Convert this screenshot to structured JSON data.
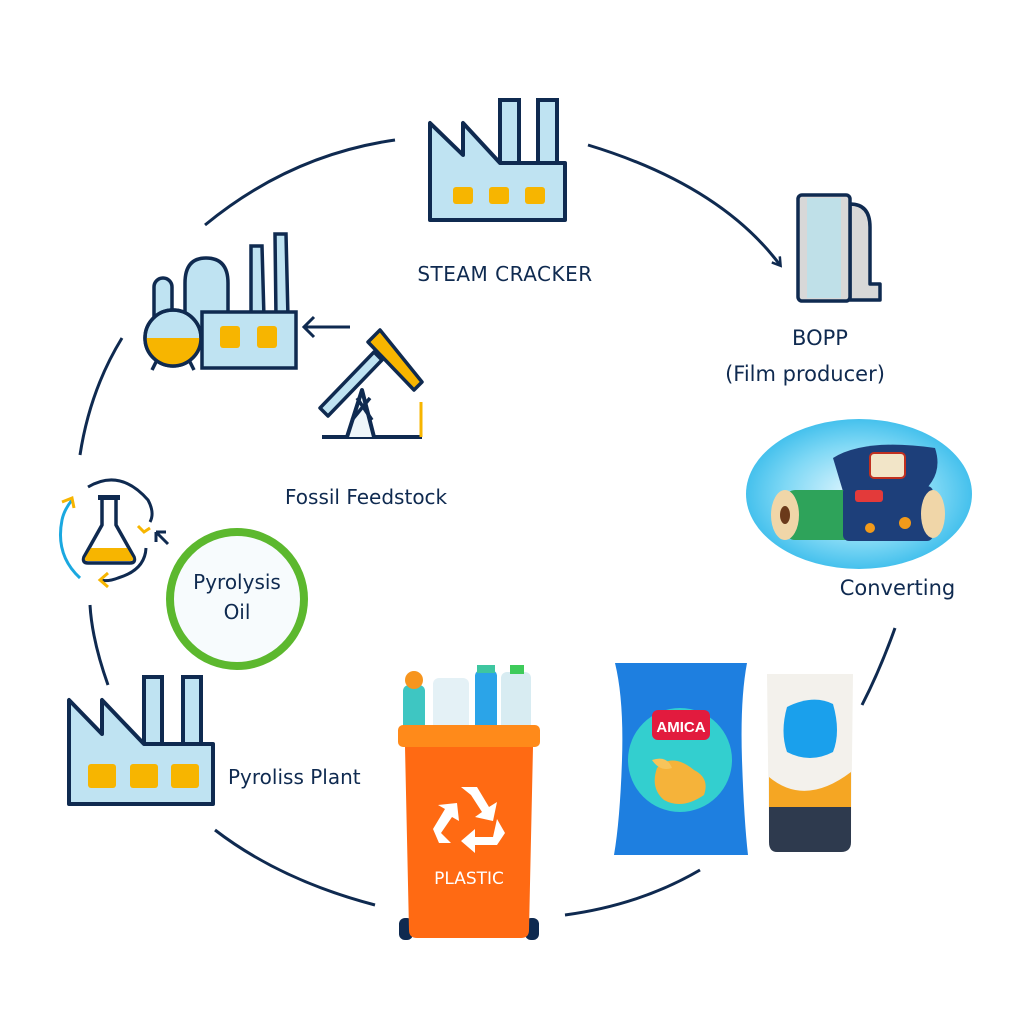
{
  "diagram": {
    "title": "Plastic circular value chain",
    "nodes": [
      {
        "id": "steam-cracker",
        "label": "STEAM CRACKER",
        "icon": "factory-icon"
      },
      {
        "id": "bopp",
        "label_line1": "BOPP",
        "label_line2": "(Film producer)",
        "icon": "film-roll-icon"
      },
      {
        "id": "converting",
        "label": "Converting",
        "icon": "film-rolls-photo"
      },
      {
        "id": "packaging",
        "icons": [
          "chips-bag-icon",
          "chips-pouch-icon"
        ],
        "brand": "AMICA"
      },
      {
        "id": "plastic-bin",
        "label": "PLASTIC",
        "icon": "recycling-bin-icon"
      },
      {
        "id": "pyrolysis-plant",
        "label": "Pyroliss Plant",
        "icon": "factory-icon"
      },
      {
        "id": "pyrolysis-oil",
        "label_line1": "Pyrolysis",
        "label_line2": "Oil",
        "icon": "flask-icon"
      },
      {
        "id": "refinery",
        "icon": "refinery-icon"
      },
      {
        "id": "fossil-feedstock",
        "label": "Fossil Feedstock",
        "icon": "oil-pump-icon"
      }
    ],
    "colors": {
      "outline": "#0f2a50",
      "light_blue": "#bfe3f2",
      "accent_yellow": "#f7b500",
      "green_ring": "#5cb82e",
      "bin_orange": "#ff6a13",
      "bag_blue": "#1e7fe0",
      "cyan_arrow": "#1aa8e0"
    }
  }
}
